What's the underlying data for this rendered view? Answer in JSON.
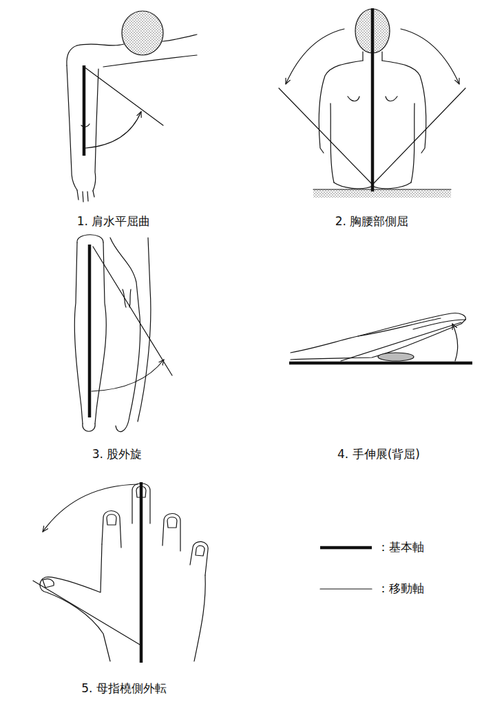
{
  "diagram": {
    "labels": [
      "1. 肩水平屈曲",
      "2. 胸腰部側屈",
      "3. 股外旋",
      "4. 手伸展(背屈)",
      "5. 母指橈側外転"
    ],
    "legend": [
      {
        "text": "：基本軸"
      },
      {
        "text": "：移動軸"
      }
    ]
  }
}
